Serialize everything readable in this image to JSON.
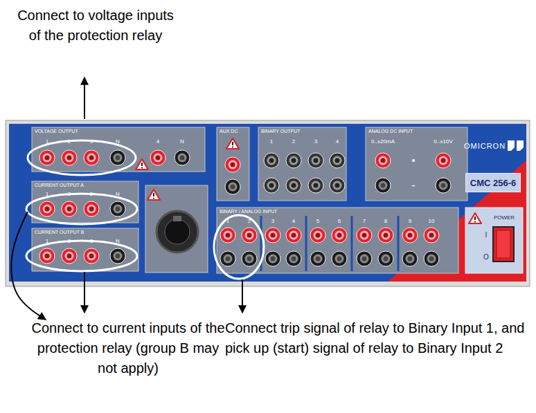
{
  "diagram": {
    "nodes": [
      {
        "text": [
          "CMC 256-6"
        ]
      }
    ],
    "labels": [
      "Connect to voltage inputs of the protection relay",
      "Connect to current inputs of the protection relay (group B may not apply)",
      "Connect trip signal of relay to Binary Input 1, and pick up (start) signal of relay to Binary Input 2",
      "VOLTAGE OUTPUT",
      "1",
      "2",
      "3",
      "N",
      "4",
      "N",
      "CURRENT OUTPUT A",
      "1",
      "2",
      "3",
      "N",
      "CURRENT OUTPUT B",
      "1",
      "2",
      "3",
      "N",
      "AUX DC",
      "BINARY OUTPUT",
      "1",
      "2",
      "3",
      "4",
      "ANALOG DC INPUT",
      "0..±20mA",
      "0..±10V",
      "•",
      "-",
      "OMICRON",
      "BINARY / ANALOG INPUT",
      "1",
      "2",
      "3",
      "4",
      "5",
      "6",
      "7",
      "8",
      "9",
      "10",
      "POWER",
      "I",
      "O"
    ]
  }
}
